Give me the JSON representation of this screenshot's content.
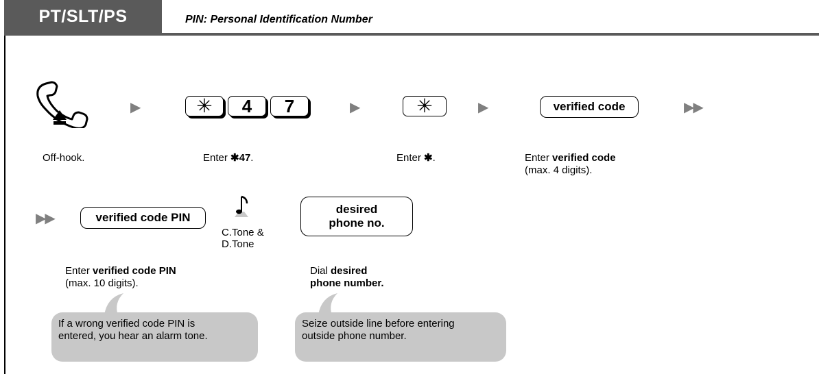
{
  "header": {
    "tab_label": "PT/SLT/PS",
    "title": "PIN: Personal Identification Number"
  },
  "steps_row1": {
    "offhook_caption": "Off-hook.",
    "key_star": "✳",
    "key_4": "4",
    "key_7": "7",
    "enter47_prefix": "Enter ",
    "enter47_star": "✱",
    "enter47_bold": "47",
    "enter47_suffix": ".",
    "enter_star_prefix": "Enter ",
    "enter_star_bold": "✱",
    "enter_star_suffix": ".",
    "verified_code_key": "verified code",
    "verified_code_caption_prefix": "Enter ",
    "verified_code_caption_bold": "verified code",
    "verified_code_caption_line2": "(max. 4 digits)."
  },
  "steps_row2": {
    "verified_pin_key": "verified code PIN",
    "tone_label_line1": "C.Tone &",
    "tone_label_line2": "D.Tone",
    "desired_key_line1": "desired",
    "desired_key_line2": "phone no.",
    "pin_caption_prefix": "Enter ",
    "pin_caption_bold": "verified code PIN",
    "pin_caption_line2": "(max. 10 digits).",
    "dial_caption_prefix": "Dial ",
    "dial_caption_bold1": "desired",
    "dial_caption_bold2": "phone number."
  },
  "notes": {
    "alarm_line1": "If a wrong verified code PIN is",
    "alarm_line2": "entered, you hear an alarm tone.",
    "seize_line1": "Seize outside line before entering",
    "seize_line2": "outside phone number."
  },
  "icons": {
    "next_arrow": "▶",
    "double_arrow": "▶▶",
    "handset": "handset-offhook-icon",
    "tone": "music-note-icon"
  },
  "colors": {
    "header_bg": "#5a5a5a",
    "arrow": "#808080",
    "note_bubble": "#c8c8c8"
  }
}
